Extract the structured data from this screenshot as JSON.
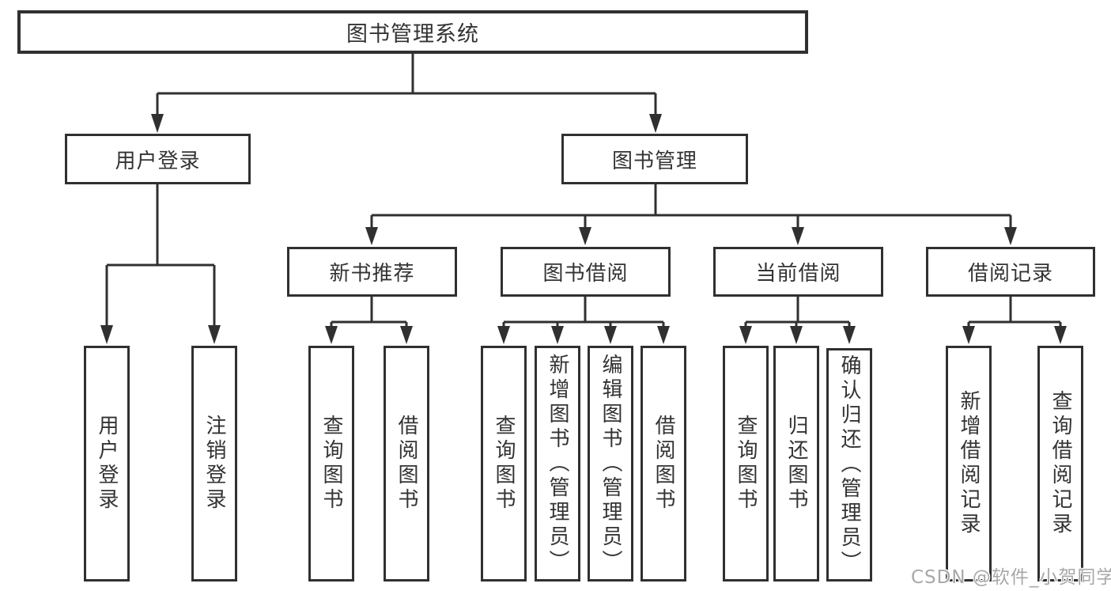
{
  "diagram": {
    "type": "hierarchy-tree",
    "nodes": {
      "root": "图书管理系统",
      "user_login": "用户登录",
      "book_mgmt": "图书管理",
      "new_book_rec": "新书推荐",
      "book_borrow": "图书借阅",
      "current_borrow": "当前借阅",
      "borrow_records": "借阅记录",
      "leaf_user_login": "用户登录",
      "leaf_logout": "注销登录",
      "leaf_nbr_query_books": "查询图书",
      "leaf_nbr_borrow_books": "借阅图书",
      "leaf_bb_query_books": "查询图书",
      "leaf_bb_add_books": "新增图书（管理员）",
      "leaf_bb_edit_books": "编辑图书（管理员）",
      "leaf_bb_borrow_books": "借阅图书",
      "leaf_cb_query_books": "查询图书",
      "leaf_cb_return_books": "归还图书",
      "leaf_cb_confirm_return": "确认归还（管理员）",
      "leaf_br_add_record": "新增借阅记录",
      "leaf_br_query_record": "查询借阅记录"
    },
    "edges": [
      [
        "root",
        "user_login"
      ],
      [
        "root",
        "book_mgmt"
      ],
      [
        "user_login",
        "leaf_user_login"
      ],
      [
        "user_login",
        "leaf_logout"
      ],
      [
        "book_mgmt",
        "new_book_rec"
      ],
      [
        "book_mgmt",
        "book_borrow"
      ],
      [
        "book_mgmt",
        "current_borrow"
      ],
      [
        "book_mgmt",
        "borrow_records"
      ],
      [
        "new_book_rec",
        "leaf_nbr_query_books"
      ],
      [
        "new_book_rec",
        "leaf_nbr_borrow_books"
      ],
      [
        "book_borrow",
        "leaf_bb_query_books"
      ],
      [
        "book_borrow",
        "leaf_bb_add_books"
      ],
      [
        "book_borrow",
        "leaf_bb_edit_books"
      ],
      [
        "book_borrow",
        "leaf_bb_borrow_books"
      ],
      [
        "current_borrow",
        "leaf_cb_query_books"
      ],
      [
        "current_borrow",
        "leaf_cb_return_books"
      ],
      [
        "current_borrow",
        "leaf_cb_confirm_return"
      ],
      [
        "borrow_records",
        "leaf_br_add_record"
      ],
      [
        "borrow_records",
        "leaf_br_query_record"
      ]
    ],
    "colors": {
      "line": "#303030",
      "box_border": "#303030",
      "text": "#333333",
      "background": "#ffffff",
      "watermark": "#a8a8a8"
    }
  },
  "watermark": "CSDN @软件_小贺同学"
}
